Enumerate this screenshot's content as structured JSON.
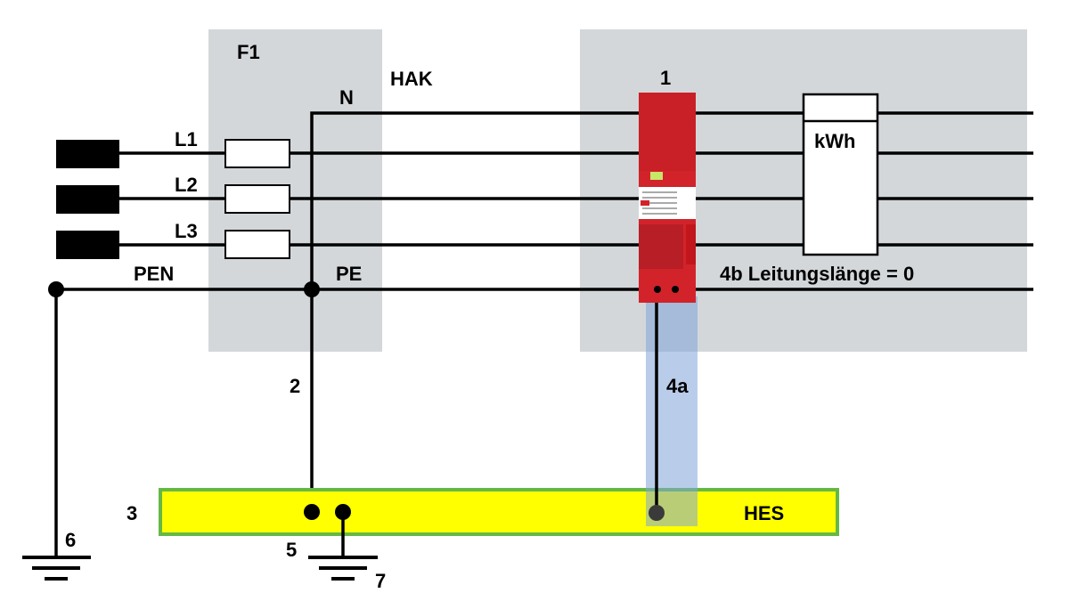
{
  "labels": {
    "f1": "F1",
    "hak": "HAK",
    "n": "N",
    "l1": "L1",
    "l2": "L2",
    "l3": "L3",
    "pen": "PEN",
    "pe": "PE",
    "spd": "1",
    "kwh": "kWh",
    "line_length": "4b Leitungslänge = 0",
    "n2": "2",
    "n4a": "4a",
    "n3": "3",
    "hes": "HES",
    "n5": "5",
    "n6": "6",
    "n7": "7"
  },
  "colors": {
    "panel": "#d3d7da",
    "spd_red": "#d2232a",
    "spd_dark": "#b01c22",
    "bar_fill": "#ffff00",
    "bar_border": "#66b845",
    "path_highlight": "#9db9e0"
  }
}
